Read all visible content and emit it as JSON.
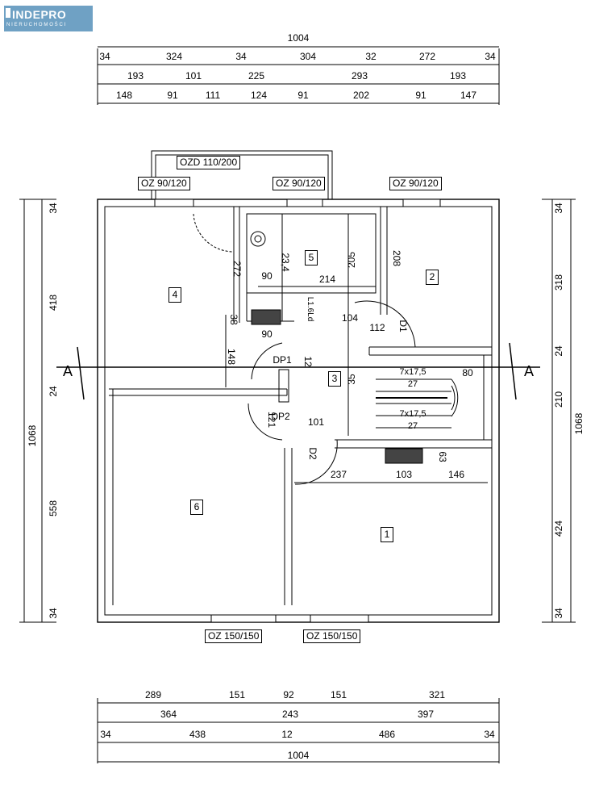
{
  "logo": {
    "brand": "INDEPRO",
    "subtitle": "NIERUCHOMOŚCI"
  },
  "openings": {
    "balcony_door": "OZD 110/200",
    "window_room4": "OZ 90/120",
    "window_room5": "OZ 90/120",
    "window_room2": "OZ 90/120",
    "window_room6": "OZ 150/150",
    "window_room1": "OZ 150/150"
  },
  "rooms": {
    "r1": "1",
    "r2": "2",
    "r3": "3",
    "r4": "4",
    "r5": "5",
    "r6": "6"
  },
  "section_marks": {
    "left": "A",
    "right": "A"
  },
  "top_dimensions": {
    "total": "1004",
    "row1": [
      "34",
      "324",
      "34",
      "304",
      "32",
      "272",
      "34"
    ],
    "row2": [
      "193",
      "101",
      "225",
      "293",
      "193"
    ],
    "row3": [
      "148",
      "91",
      "111",
      "124",
      "91",
      "202",
      "91",
      "147"
    ]
  },
  "bottom_dimensions": {
    "row1": [
      "289",
      "151",
      "92",
      "151",
      "321"
    ],
    "row2": [
      "364",
      "243",
      "397"
    ],
    "row3": [
      "34",
      "438",
      "12",
      "486",
      "34"
    ],
    "total": "1004"
  },
  "left_dimensions": {
    "outer": "1068",
    "top_wall": "34",
    "upper": "418",
    "mid_wall": "24",
    "lower": "558",
    "bottom_wall": "34"
  },
  "right_dimensions": {
    "outer": "1068",
    "top_wall": "34",
    "upper": "318",
    "wall1": "24",
    "middle": "210",
    "lower": "424",
    "bottom_wall": "34"
  },
  "interior_dims": {
    "d272": "272",
    "d23_4": "23,4",
    "d205": "205",
    "d208": "208",
    "d90a": "90",
    "d214": "214",
    "d38": "38",
    "d90b": "90",
    "d104": "104",
    "d112": "112",
    "d148": "148",
    "d12a": "12",
    "d35": "35",
    "d80": "80",
    "d121": "121",
    "d101": "101",
    "d63": "63",
    "d237": "237",
    "d103": "103",
    "d146": "146",
    "stairs1": "7x17,5",
    "stairs1b": "27",
    "stairs2": "7x17,5",
    "stairs2b": "27"
  },
  "doors": {
    "dp1": "DP1",
    "dp2": "DP2",
    "d1": "D1",
    "d2": "D2",
    "door_6": "L1.6Ld"
  }
}
